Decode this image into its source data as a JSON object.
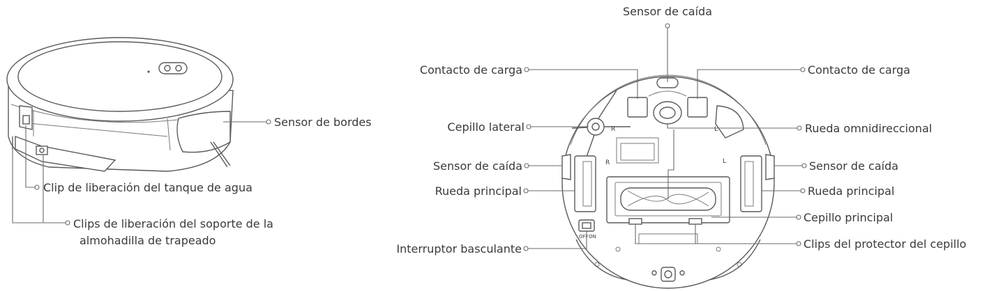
{
  "left_view": {
    "labels": {
      "edge_sensor": "Sensor de bordes",
      "water_tank_release_clip": "Clip de liberación del tanque de agua",
      "mop_holder_release_clips_line1": "Clips de liberación del soporte de la",
      "mop_holder_release_clips_line2": "almohadilla de trapeado"
    }
  },
  "right_view": {
    "labels": {
      "cliff_sensor_top": "Sensor de caída",
      "charging_contact_left": "Contacto de carga",
      "charging_contact_right": "Contacto de carga",
      "side_brush": "Cepillo lateral",
      "omni_wheel": "Rueda omnidireccional",
      "cliff_sensor_left": "Sensor de caída",
      "cliff_sensor_right": "Sensor de caída",
      "main_wheel_left": "Rueda principal",
      "main_wheel_right": "Rueda principal",
      "main_brush": "Cepillo principal",
      "rocker_switch": "Interruptor basculante",
      "brush_guard_clips": "Clips del protector del cepillo"
    },
    "wheel_marks": {
      "right": "R",
      "left": "L"
    },
    "switch_marks": {
      "off": "OFF",
      "on": "ON"
    }
  }
}
